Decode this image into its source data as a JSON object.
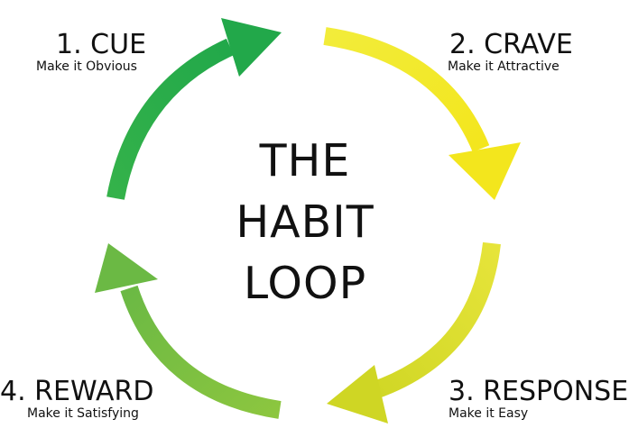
{
  "center": {
    "line1": "THE",
    "line2": "HABIT",
    "line3": "LOOP"
  },
  "stages": {
    "cue": {
      "title": "1. CUE",
      "subtitle": "Make it Obvious"
    },
    "crave": {
      "title": "2. CRAVE",
      "subtitle": "Make it Attractive"
    },
    "response": {
      "title": "3. RESPONSE",
      "subtitle": "Make it Easy"
    },
    "reward": {
      "title": "4. REWARD",
      "subtitle": "Make it Satisfying"
    }
  },
  "colors": {
    "cue": "#2db04b",
    "crave": "#f3ea2b",
    "response": "#d8dc28",
    "reward": "#7cc043",
    "text": "#111111"
  }
}
